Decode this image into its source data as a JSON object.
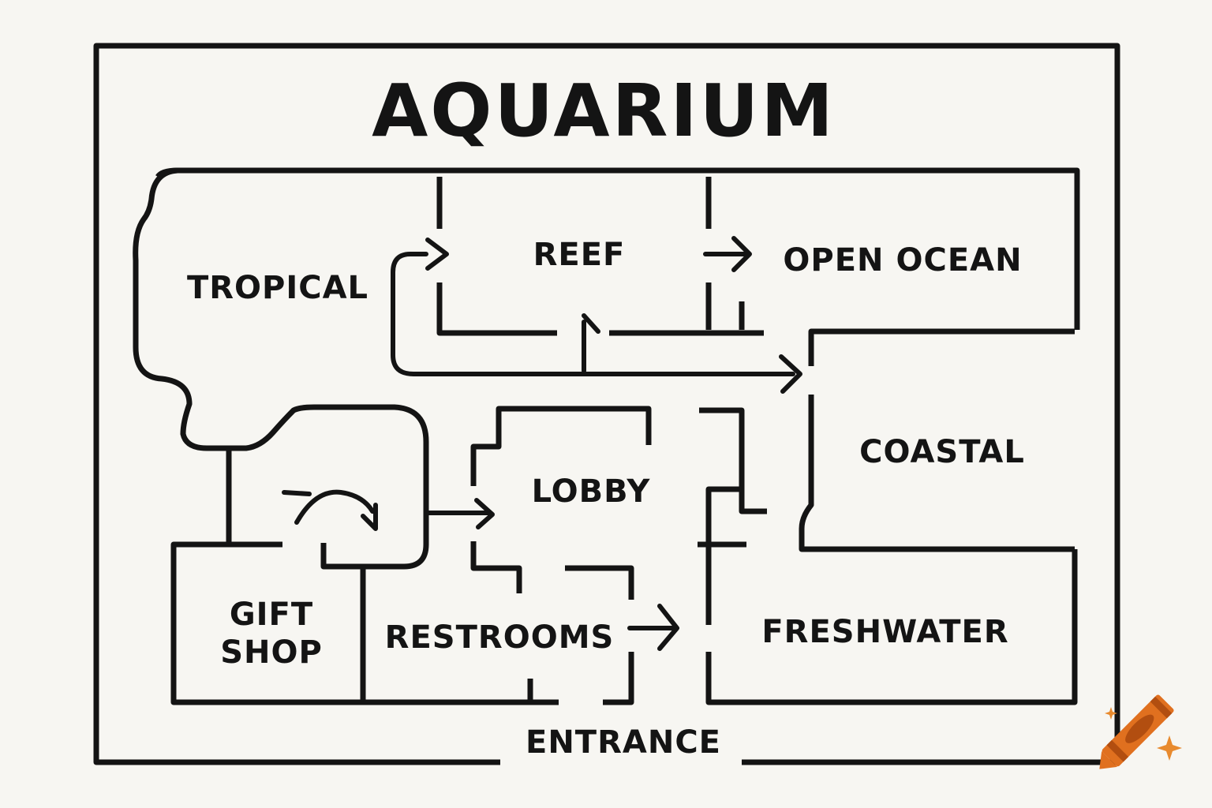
{
  "map": {
    "title": "AQUARIUM",
    "rooms": {
      "tropical": "TROPICAL",
      "reef": "REEF",
      "open_ocean": "OPEN OCEAN",
      "coastal": "COASTAL",
      "lobby": "LOBBY",
      "gift_shop_line1": "GIFT",
      "gift_shop_line2": "SHOP",
      "restrooms": "RESTROOMS",
      "freshwater": "FRESHWATER"
    },
    "entrance": "ENTRANCE"
  },
  "colors": {
    "ink": "#141414",
    "background": "#f7f6f2",
    "crayon": "#e0701f",
    "crayon_dark": "#b24e10",
    "sparkle": "#e88a2e"
  },
  "icons": {
    "brand": "crayon-icon"
  }
}
